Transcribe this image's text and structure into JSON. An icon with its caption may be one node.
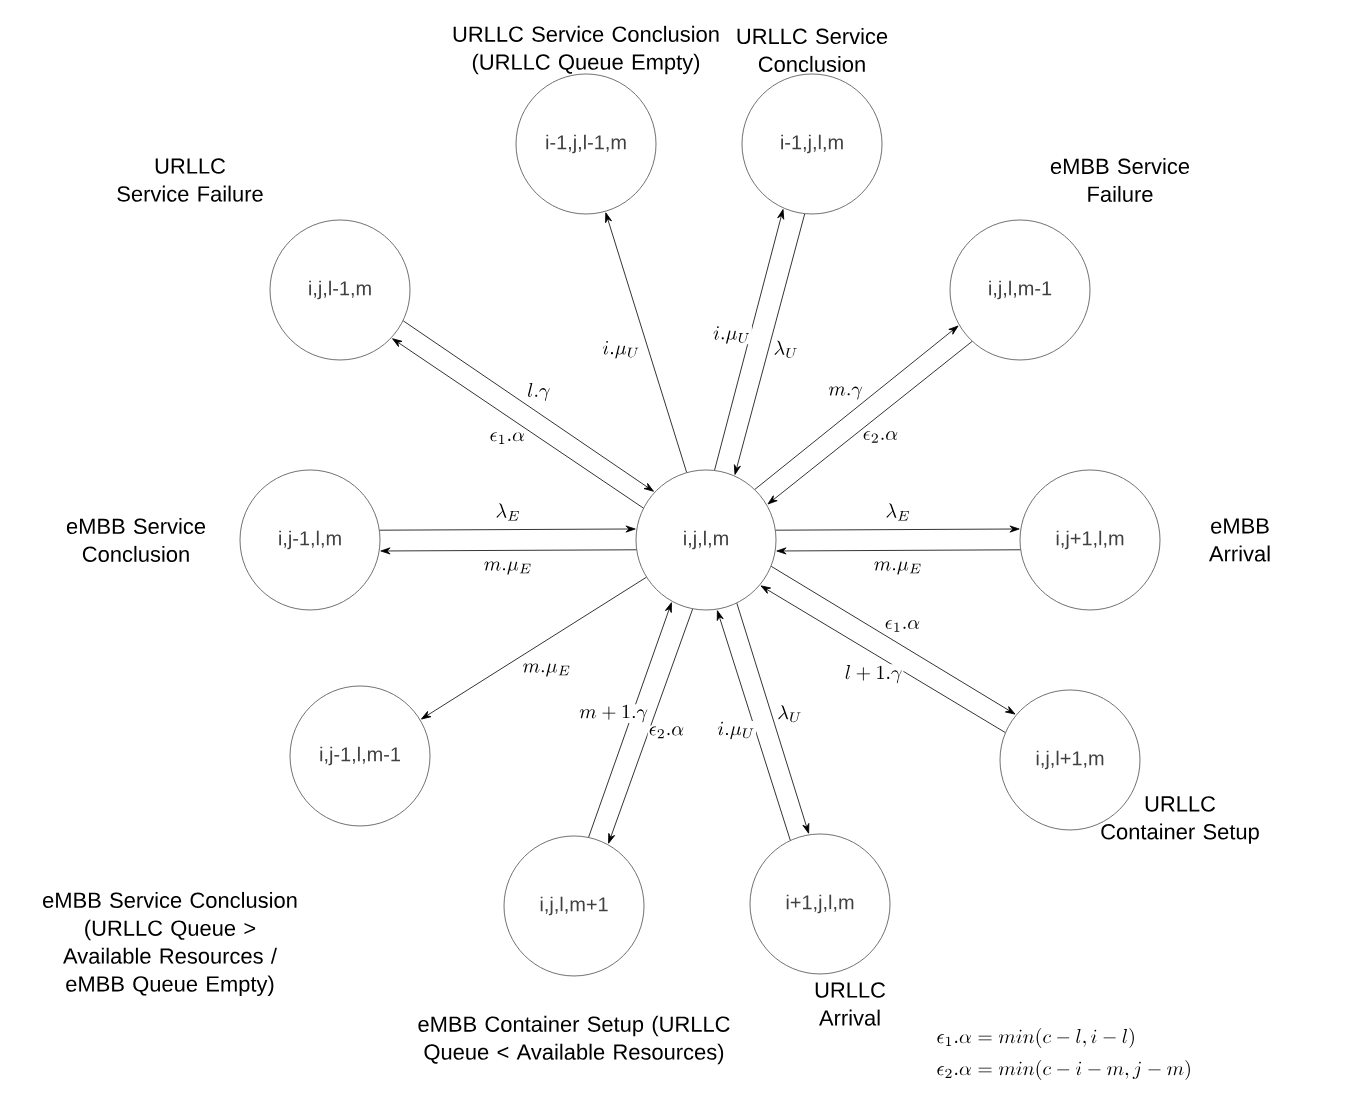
{
  "diagram": {
    "nodes": [
      {
        "text": [
          "i-1,j,l-1,m"
        ],
        "beside": [
          "URLLC Service Conclusion (URLLC Queue Empty)"
        ]
      },
      {
        "text": [
          "i-1,j,l,m"
        ],
        "beside": [
          "URLLC Service Conclusion"
        ]
      },
      {
        "text": [
          "i,j,l-1,m"
        ],
        "beside": [
          "URLLC Service Failure"
        ]
      },
      {
        "text": [
          "i,j,l,m-1"
        ],
        "beside": [
          "eMBB Service Failure"
        ]
      },
      {
        "text": [
          "i,j-1,l,m"
        ],
        "beside": [
          "eMBB Service Conclusion"
        ]
      },
      {
        "text": [
          "i,j,l,m"
        ]
      },
      {
        "text": [
          "i,j+1,l,m"
        ],
        "beside": [
          "eMBB Arrival"
        ]
      },
      {
        "text": [
          "i,j-1,l,m-1"
        ],
        "beside": [
          "eMBB Service Conclusion (URLLC Queue > Available Resources / eMBB Queue Empty)"
        ]
      },
      {
        "text": [
          "i,j,l+1,m"
        ],
        "beside": [
          "URLLC Container Setup"
        ]
      },
      {
        "text": [
          "i,j,l,m+1"
        ],
        "beside": [
          "eMBB Container Setup (URLLC Queue < Available Resources)"
        ]
      },
      {
        "text": [
          "i+1,j,l,m"
        ],
        "beside": [
          "URLLC Arrival"
        ]
      }
    ],
    "edges": [
      {
        "from": 5,
        "to": 0,
        "arrow": "to",
        "label": "i.\\mu_{U}"
      },
      {
        "from": 5,
        "to": 1,
        "arrow": "to",
        "label": "i.\\mu_{U}"
      },
      {
        "from": 1,
        "to": 5,
        "arrow": "to",
        "label": "\\lambda_{U}"
      },
      {
        "from": 5,
        "to": 2,
        "arrow": "to",
        "label": "\\epsilon_{1}.\\alpha"
      },
      {
        "from": 2,
        "to": 5,
        "arrow": "to",
        "label": "l.\\gamma"
      },
      {
        "from": 5,
        "to": 3,
        "arrow": "to",
        "label": "m.\\gamma"
      },
      {
        "from": 3,
        "to": 5,
        "arrow": "to",
        "label": "\\epsilon_{2}.\\alpha"
      },
      {
        "from": 4,
        "to": 5,
        "arrow": "to",
        "label": "\\lambda_{E}"
      },
      {
        "from": 5,
        "to": 4,
        "arrow": "to",
        "label": "m.\\mu_{E}"
      },
      {
        "from": 5,
        "to": 6,
        "arrow": "to",
        "label": "\\lambda_{E}"
      },
      {
        "from": 6,
        "to": 5,
        "arrow": "to",
        "label": "m.\\mu_{E}"
      },
      {
        "from": 5,
        "to": 7,
        "arrow": "to",
        "label": "m.\\mu_{E}"
      },
      {
        "from": 5,
        "to": 8,
        "arrow": "to",
        "label": "\\epsilon_{1}.\\alpha"
      },
      {
        "from": 8,
        "to": 5,
        "arrow": "to",
        "label": "l+1.\\gamma"
      },
      {
        "from": 9,
        "to": 5,
        "arrow": "to",
        "label": "m+1.\\gamma"
      },
      {
        "from": 5,
        "to": 9,
        "arrow": "to",
        "label": "\\epsilon_{2}.\\alpha"
      },
      {
        "from": 10,
        "to": 5,
        "arrow": "to",
        "label": "i.\\mu_{U}"
      },
      {
        "from": 5,
        "to": 10,
        "arrow": "to",
        "label": "\\lambda_{U}"
      }
    ],
    "labels": [
      "\\epsilon_{1}.\\alpha = min(c-l,i-l)",
      "\\epsilon_{2}.\\alpha = min(c-i-m,j-m)"
    ]
  }
}
